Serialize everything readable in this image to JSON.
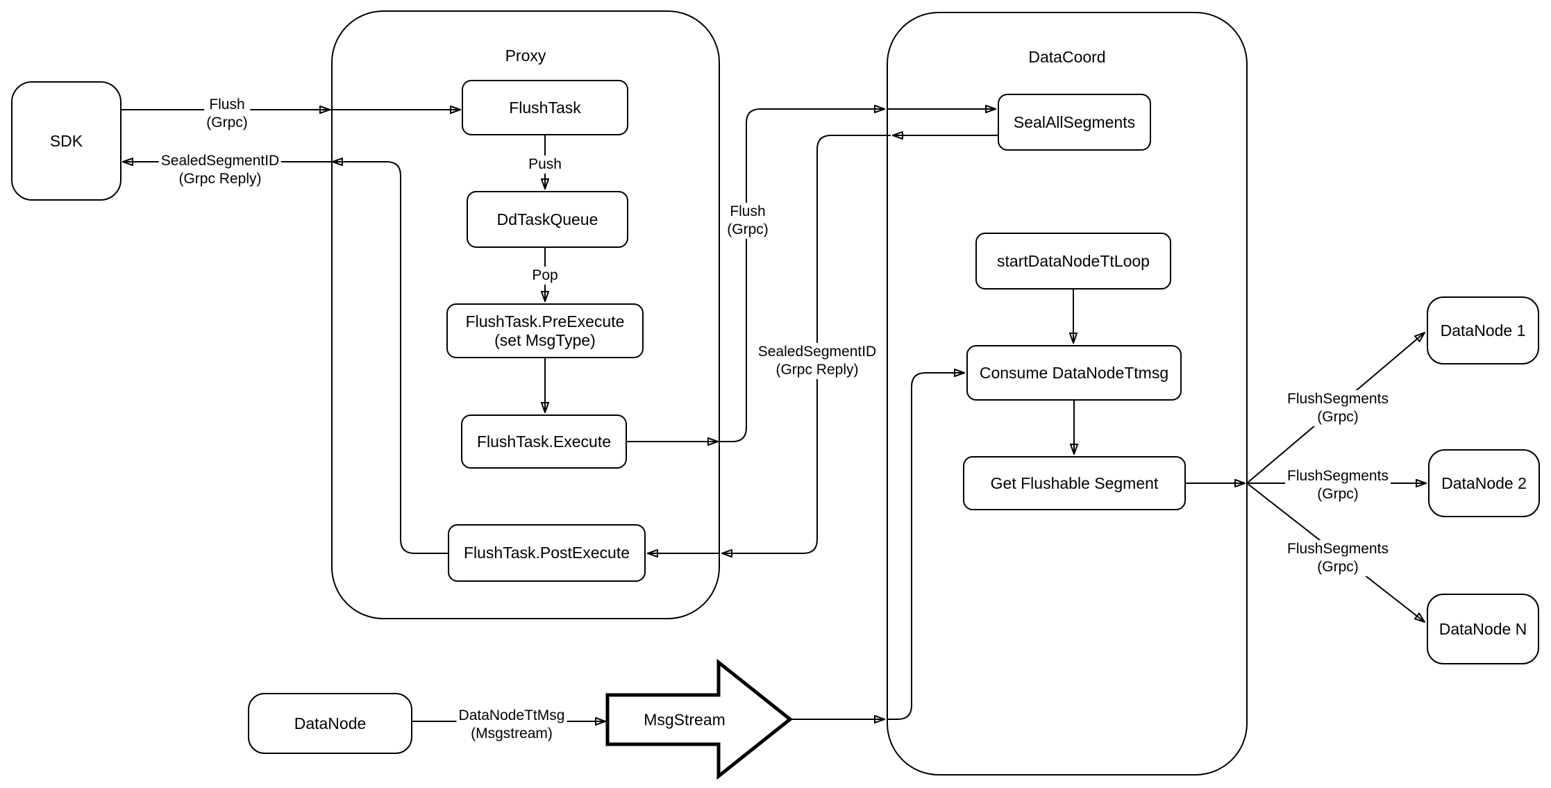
{
  "diagram": {
    "colors": {
      "stroke": "#000000",
      "background": "#ffffff"
    },
    "containers": {
      "proxy": {
        "title": "Proxy"
      },
      "datacoord": {
        "title": "DataCoord"
      }
    },
    "nodes": {
      "sdk": {
        "label": "SDK"
      },
      "flush_task": {
        "label": "FlushTask"
      },
      "dd_task_queue": {
        "label": "DdTaskQueue"
      },
      "pre_execute": {
        "line1": "FlushTask.PreExecute",
        "line2": "(set MsgType)"
      },
      "execute": {
        "label": "FlushTask.Execute"
      },
      "post_execute": {
        "label": "FlushTask.PostExecute"
      },
      "seal_all_segments": {
        "label": "SealAllSegments"
      },
      "start_tt_loop": {
        "label": "startDataNodeTtLoop"
      },
      "consume_ttmsg": {
        "label": "Consume DataNodeTtmsg"
      },
      "get_flushable": {
        "label": "Get Flushable Segment"
      },
      "datanode_1": {
        "label": "DataNode 1"
      },
      "datanode_2": {
        "label": "DataNode 2"
      },
      "datanode_n": {
        "label": "DataNode N"
      },
      "datanode_source": {
        "label": "DataNode"
      },
      "msgstream": {
        "label": "MsgStream"
      }
    },
    "edge_labels": {
      "flush_sdk": {
        "line1": "Flush",
        "line2": "(Grpc)"
      },
      "sealed_sdk": {
        "line1": "SealedSegmentID",
        "line2": "(Grpc Reply)"
      },
      "push": {
        "text": "Push"
      },
      "pop": {
        "text": "Pop"
      },
      "flush_mid": {
        "line1": "Flush",
        "line2": "(Grpc)"
      },
      "sealed_mid": {
        "line1": "SealedSegmentID",
        "line2": "(Grpc Reply)"
      },
      "flush_segments_1": {
        "line1": "FlushSegments",
        "line2": "(Grpc)"
      },
      "flush_segments_2": {
        "line1": "FlushSegments",
        "line2": "(Grpc)"
      },
      "flush_segments_3": {
        "line1": "FlushSegments",
        "line2": "(Grpc)"
      },
      "datanode_ttmsg": {
        "line1": "DataNodeTtMsg",
        "line2": "(Msgstream)"
      }
    }
  }
}
